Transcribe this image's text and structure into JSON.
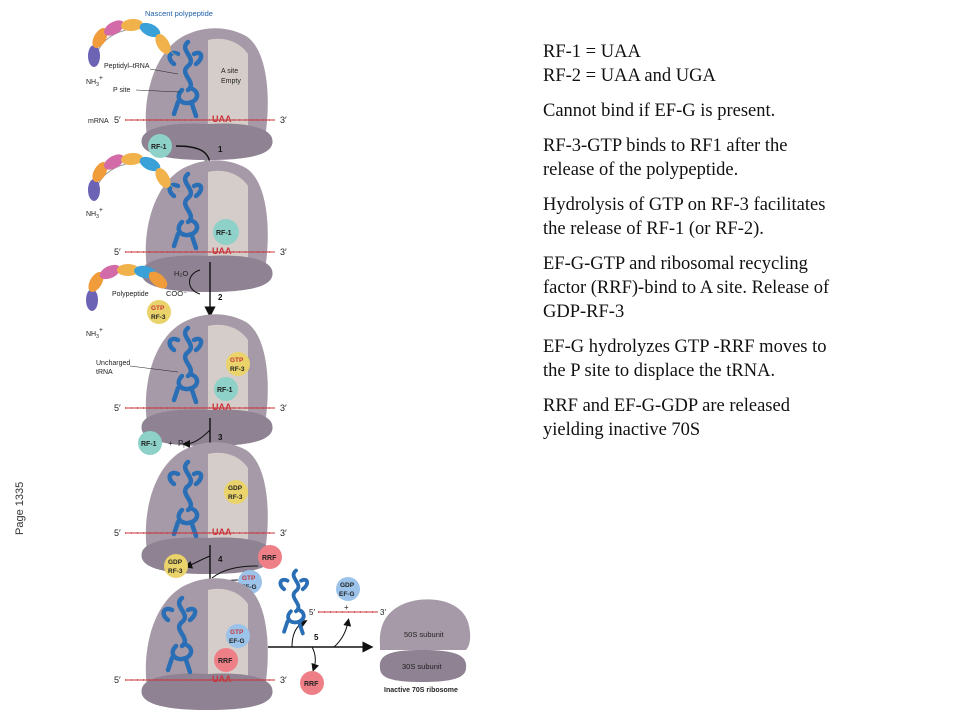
{
  "page_label": "Page 1335",
  "notes": [
    {
      "lines": [
        "RF-1 = UAA"
      ]
    },
    {
      "lines": [
        "RF-2 = UAA and UGA"
      ]
    },
    {
      "lines": [
        "Cannot bind if EF-G is present."
      ]
    },
    {
      "lines": [
        "RF-3-GTP binds to RF1 after the",
        "release of the polypeptide."
      ]
    },
    {
      "lines": [
        "Hydrolysis of GTP on RF-3 facilitates",
        "the release of RF-1 (or RF-2)."
      ]
    },
    {
      "lines": [
        "EF-G-GTP and ribosomal recycling",
        "factor (RRF)-bind to A site.  Release of",
        "GDP-RF-3"
      ]
    },
    {
      "lines": [
        "EF-G hydrolyzes GTP -RRF moves to",
        "the P site to displace the tRNA."
      ]
    },
    {
      "lines": [
        "RRF and EF-G-GDP are released",
        "yielding inactive 70S"
      ]
    }
  ],
  "diagram": {
    "labels": {
      "nascent_polypeptide": "Nascent polypeptide",
      "peptidyl_trna": "Peptidyl–tRNA",
      "p_site": "P site",
      "a_site_line1": "A site",
      "a_site_line2": "Empty",
      "mrna": "mRNA",
      "five_prime": "5′",
      "three_prime": "3′",
      "stop_codon": "UAA",
      "nh3": "NH",
      "nh3_sub": "3",
      "plus": "+",
      "polypeptide": "Polypeptide",
      "h2o": "H₂O",
      "coo": "COO⁻",
      "uncharged_trna_line1": "Uncharged",
      "uncharged_trna_line2": "tRNA",
      "pi": "P",
      "pi_sub": "i",
      "subunit_50s": "50S subunit",
      "subunit_30s": "30S subunit",
      "inactive_70s": "Inactive 70S ribosome"
    },
    "factors": {
      "rf1": "RF-1",
      "rf3": "RF-3",
      "gtp": "GTP",
      "gdp": "GDP",
      "rrf": "RRF",
      "efg": "EF-G"
    },
    "steps": [
      "1",
      "2",
      "3",
      "4",
      "5"
    ],
    "colors": {
      "ribosome": "#a79aa8",
      "ribosome_dark": "#7f7283",
      "a_site_bg": "#ddd6cf",
      "trna": "#2a6fb5",
      "rf1": "#8dd1c8",
      "rf3": "#e9d36a",
      "rrf": "#ef7f86",
      "efg": "#9cc3ea",
      "mrna": "#c8343a",
      "chain": [
        "#f2b24b",
        "#d46ba9",
        "#5f92d6",
        "#f09c3a",
        "#3aa0d8",
        "#6c63b5"
      ]
    }
  }
}
